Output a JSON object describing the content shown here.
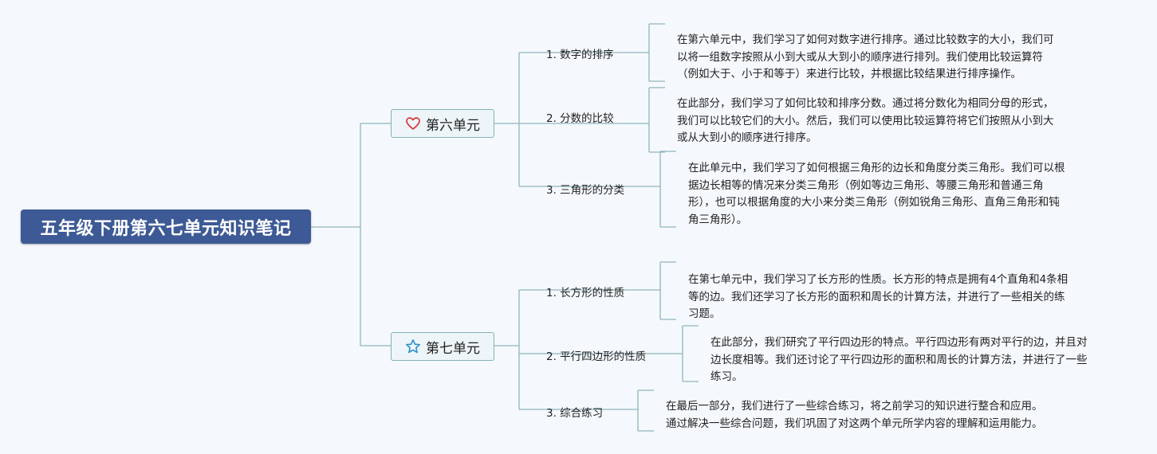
{
  "root": {
    "title": "五年级下册第六七单元知识笔记"
  },
  "units": [
    {
      "label": "第六单元",
      "icon": "heart-icon",
      "color": "#d9363e",
      "topics": [
        {
          "label": "1. 数字的排序",
          "note": "在第六单元中，我们学习了如何对数字进行排序。通过比较数字的大小，我们可\n以将一组数字按照从小到大或从大到小的顺序进行排列。我们使用比较运算符\n（例如大于、小于和等于）来进行比较，并根据比较结果进行排序操作。"
        },
        {
          "label": "2. 分数的比较",
          "note": "在此部分，我们学习了如何比较和排序分数。通过将分数化为相同分母的形式，\n我们可以比较它们的大小。然后，我们可以使用比较运算符将它们按照从小到大\n或从大到小的顺序进行排序。"
        },
        {
          "label": "3. 三角形的分类",
          "note": "在此单元中，我们学习了如何根据三角形的边长和角度分类三角形。我们可以根\n据边长相等的情况来分类三角形（例如等边三角形、等腰三角形和普通三角\n形），也可以根据角度的大小来分类三角形（例如锐角三角形、直角三角形和钝\n角三角形）。"
        }
      ]
    },
    {
      "label": "第七单元",
      "icon": "star-icon",
      "color": "#2d8fd0",
      "topics": [
        {
          "label": "1. 长方形的性质",
          "note": "在第七单元中，我们学习了长方形的性质。长方形的特点是拥有4个直角和4条相\n等的边。我们还学习了长方形的面积和周长的计算方法，并进行了一些相关的练\n习题。"
        },
        {
          "label": "2. 平行四边形的性质",
          "note": "在此部分，我们研究了平行四边形的特点。平行四边形有两对平行的边，并且对\n边长度相等。我们还讨论了平行四边形的面积和周长的计算方法，并进行了一些\n练习。"
        },
        {
          "label": "3. 综合练习",
          "note": "在最后一部分，我们进行了一些综合练习，将之前学习的知识进行整合和应用。\n通过解决一些综合问题，我们巩固了对这两个单元所学内容的理解和运用能力。"
        }
      ]
    }
  ]
}
